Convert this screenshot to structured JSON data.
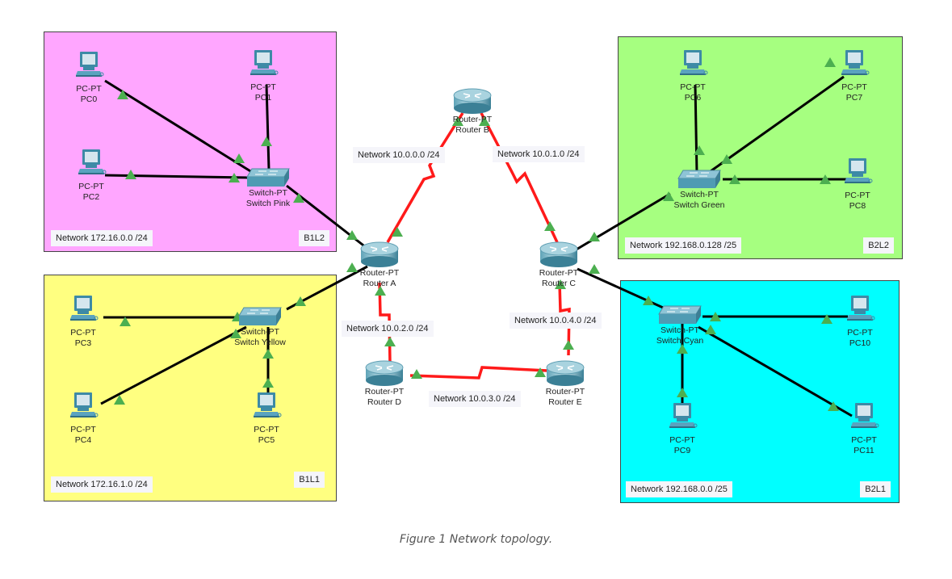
{
  "figure": {
    "caption": "Figure 1 Network topology."
  },
  "zones": {
    "pink": {
      "tag": "B1L2",
      "network": "Network 172.16.0.0 /24",
      "color": "#ffa6ff"
    },
    "yellow": {
      "tag": "B1L1",
      "network": "Network 172.16.1.0 /24",
      "color": "#ffff80"
    },
    "green": {
      "tag": "B2L2",
      "network": "Network 192.168.0.128 /25",
      "color": "#a6ff80"
    },
    "cyan": {
      "tag": "B2L1",
      "network": "Network 192.168.0.0 /25",
      "color": "#00ffff"
    }
  },
  "wan_links": {
    "ab": "Network 10.0.0.0 /24",
    "bc": "Network 10.0.1.0 /24",
    "ad": "Network 10.0.2.0 /24",
    "de": "Network 10.0.3.0 /24",
    "ce": "Network 10.0.4.0 /24"
  },
  "devices": {
    "pc0": {
      "type": "PC-PT",
      "name": "PC0"
    },
    "pc1": {
      "type": "PC-PT",
      "name": "PC1"
    },
    "pc2": {
      "type": "PC-PT",
      "name": "PC2"
    },
    "pc3": {
      "type": "PC-PT",
      "name": "PC3"
    },
    "pc4": {
      "type": "PC-PT",
      "name": "PC4"
    },
    "pc5": {
      "type": "PC-PT",
      "name": "PC5"
    },
    "pc6": {
      "type": "PC-PT",
      "name": "PC6"
    },
    "pc7": {
      "type": "PC-PT",
      "name": "PC7"
    },
    "pc8": {
      "type": "PC-PT",
      "name": "PC8"
    },
    "pc9": {
      "type": "PC-PT",
      "name": "PC9"
    },
    "pc10": {
      "type": "PC-PT",
      "name": "PC10"
    },
    "pc11": {
      "type": "PC-PT",
      "name": "PC11"
    },
    "sw_pink": {
      "type": "Switch-PT",
      "name": "Switch Pink"
    },
    "sw_yellow": {
      "type": "Switch-PT",
      "name": "Switch Yellow"
    },
    "sw_green": {
      "type": "Switch-PT",
      "name": "Switch Green"
    },
    "sw_cyan": {
      "type": "Switch-PT",
      "name": "Switch Cyan"
    },
    "r_a": {
      "type": "Router-PT",
      "name": "Router A"
    },
    "r_b": {
      "type": "Router-PT",
      "name": "Router B"
    },
    "r_c": {
      "type": "Router-PT",
      "name": "Router C"
    },
    "r_d": {
      "type": "Router-PT",
      "name": "Router D"
    },
    "r_e": {
      "type": "Router-PT",
      "name": "Router E"
    }
  },
  "colors": {
    "ethernet_link": "#000000",
    "serial_link": "#ff1a1a",
    "link_up_indicator": "#4caf50"
  }
}
